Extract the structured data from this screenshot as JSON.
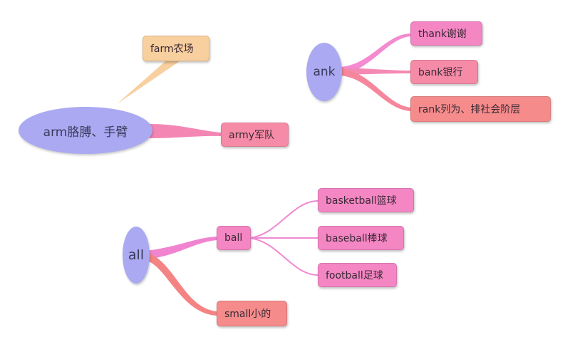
{
  "colors": {
    "root": "#aaa9f2",
    "peach": "#f8cf9e",
    "pink": "#f486c4",
    "rose": "#f58ba7",
    "salmon": "#f58b8b"
  },
  "roots": [
    {
      "id": "arm",
      "text": "arm胳膊、手臂"
    },
    {
      "id": "ank",
      "text": "ank"
    },
    {
      "id": "all",
      "text": "all"
    }
  ],
  "nodes": [
    {
      "id": "farm",
      "text": "farm农场"
    },
    {
      "id": "army",
      "text": "army军队"
    },
    {
      "id": "thank",
      "text": "thank谢谢"
    },
    {
      "id": "bank",
      "text": "bank银行"
    },
    {
      "id": "rank",
      "text": "rank列为、排社会阶层"
    },
    {
      "id": "ball",
      "text": "ball"
    },
    {
      "id": "basketball",
      "text": "basketball篮球"
    },
    {
      "id": "baseball",
      "text": "baseball棒球"
    },
    {
      "id": "football",
      "text": "football足球"
    },
    {
      "id": "small",
      "text": "small小的"
    }
  ]
}
